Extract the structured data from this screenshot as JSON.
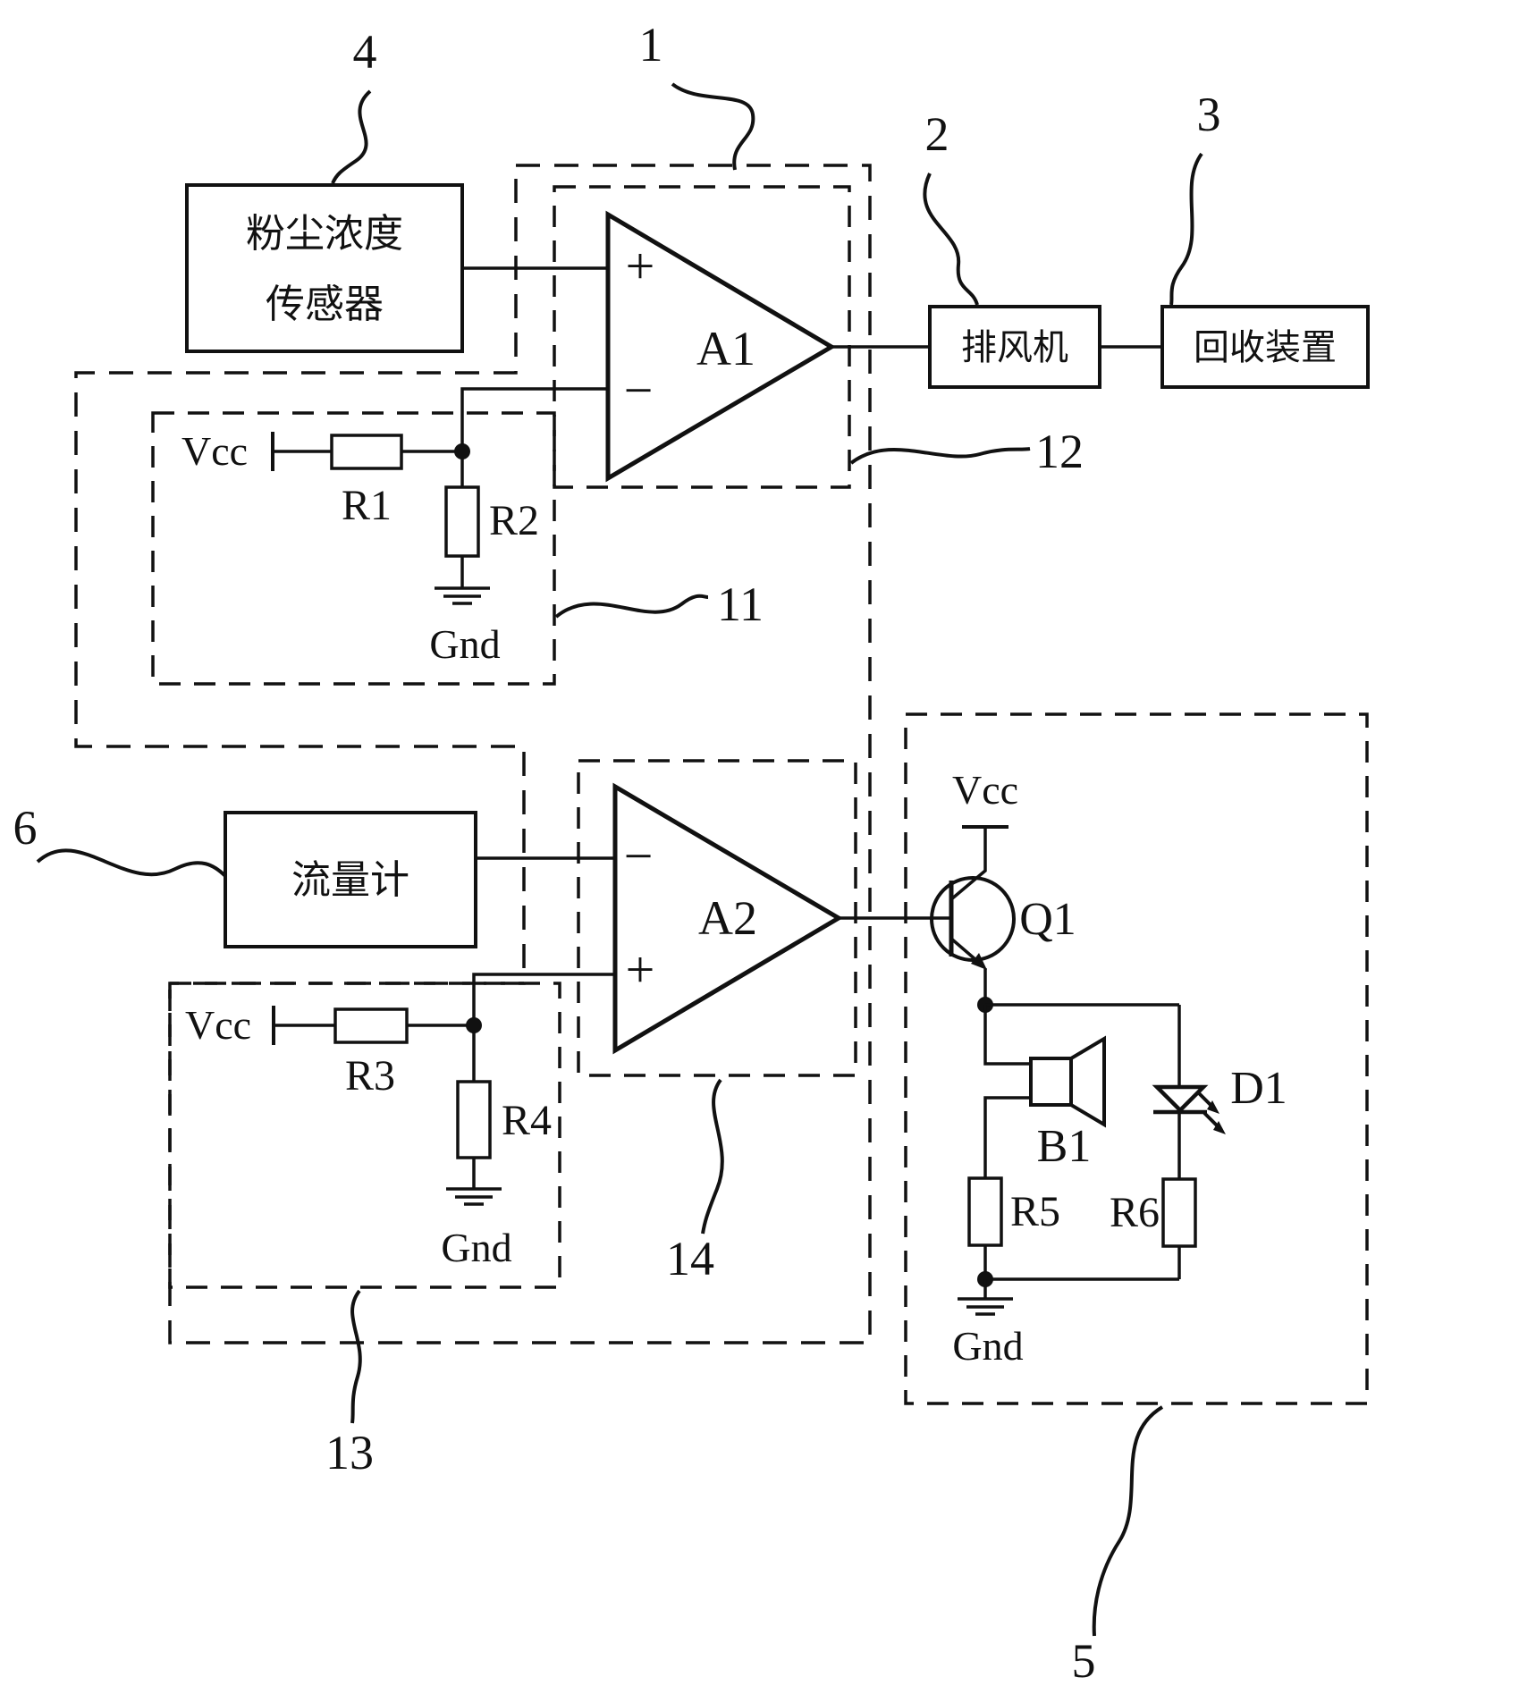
{
  "diagram": {
    "title_hint": "dust-removal control circuit schematic",
    "colors": {
      "line": "#111111",
      "background": "#ffffff"
    },
    "blocks": {
      "dust_sensor": {
        "line1": "粉尘浓度",
        "line2": "传感器"
      },
      "exhaust_fan": {
        "label": "排风机"
      },
      "recovery_device": {
        "label": "回收装置"
      },
      "flow_meter": {
        "label": "流量计"
      }
    },
    "components": {
      "a1": "A1",
      "a2": "A2",
      "q1": "Q1",
      "b1": "B1",
      "d1": "D1",
      "r1": "R1",
      "r2": "R2",
      "r3": "R3",
      "r4": "R4",
      "r5": "R5",
      "r6": "R6"
    },
    "power": {
      "vcc": "Vcc",
      "gnd": "Gnd"
    },
    "opamp_signs": {
      "plus": "+",
      "minus": "−"
    },
    "ref_numbers": {
      "n1": "1",
      "n2": "2",
      "n3": "3",
      "n4": "4",
      "n5": "5",
      "n6": "6",
      "n11": "11",
      "n12": "12",
      "n13": "13",
      "n14": "14"
    }
  }
}
